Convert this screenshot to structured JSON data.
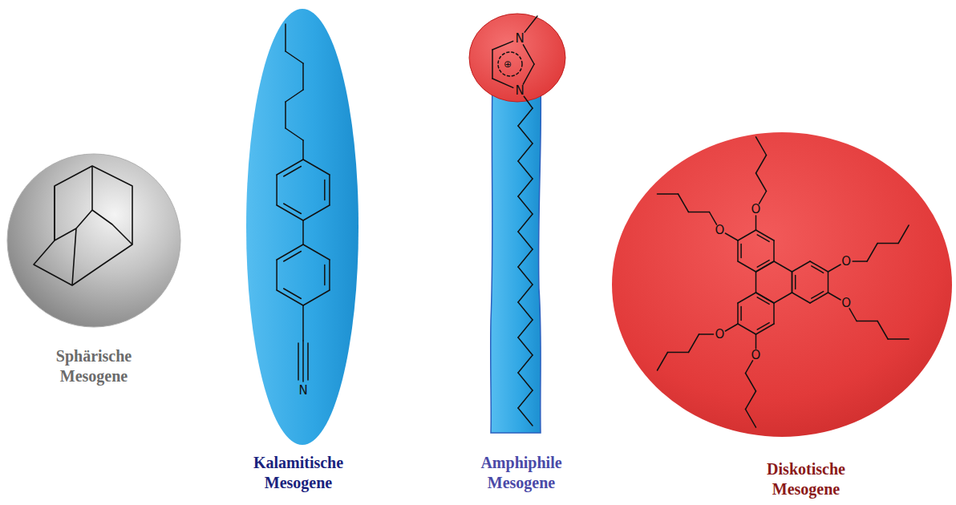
{
  "diagram": {
    "labels": [
      "Sphärische Mesogene",
      "Kalamitische Mesogene",
      "Amphiphile Mesogene",
      "Diskotische Mesogene",
      "N",
      "N",
      "⊕",
      "N",
      "O",
      "O",
      "O",
      "O",
      "O",
      "O"
    ]
  }
}
